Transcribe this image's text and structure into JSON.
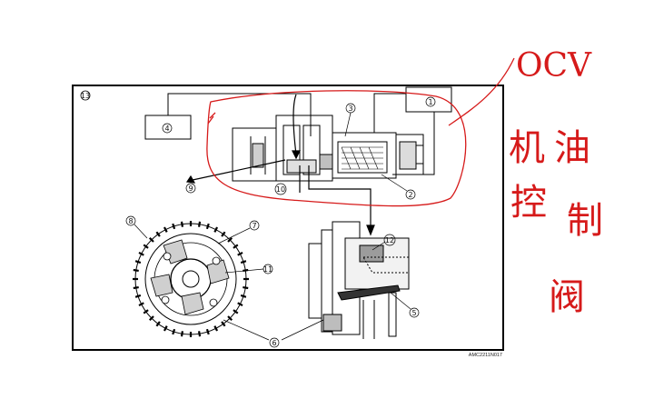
{
  "diagram": {
    "frame_label": "13",
    "part_labels": {
      "p1": "1",
      "p2": "2",
      "p3": "3",
      "p4": "4",
      "p5": "5",
      "p6": "6",
      "p7": "7",
      "p8": "8",
      "p9": "9",
      "p10": "10",
      "p11": "11",
      "p12": "12"
    },
    "image_code": "AMC2211N017"
  },
  "annotation": {
    "color": "#d61a1a",
    "title": "OCV",
    "subtitle_chars": [
      "机",
      "油",
      "控",
      "制",
      "阀"
    ]
  }
}
